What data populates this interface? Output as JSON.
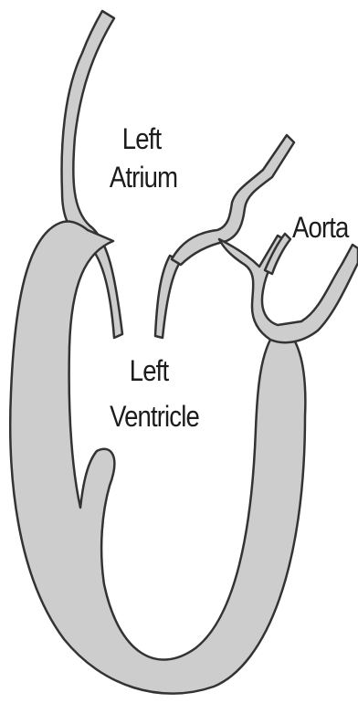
{
  "labels": {
    "left_atrium_line1": "Left",
    "left_atrium_line2": "Atrium",
    "aorta": "Aorta",
    "left_ventricle_line1": "Left",
    "left_ventricle_line2": "Ventricle"
  },
  "colors": {
    "wall_fill": "#cdcdcd",
    "wall_stroke": "#333333",
    "background": "#ffffff"
  }
}
